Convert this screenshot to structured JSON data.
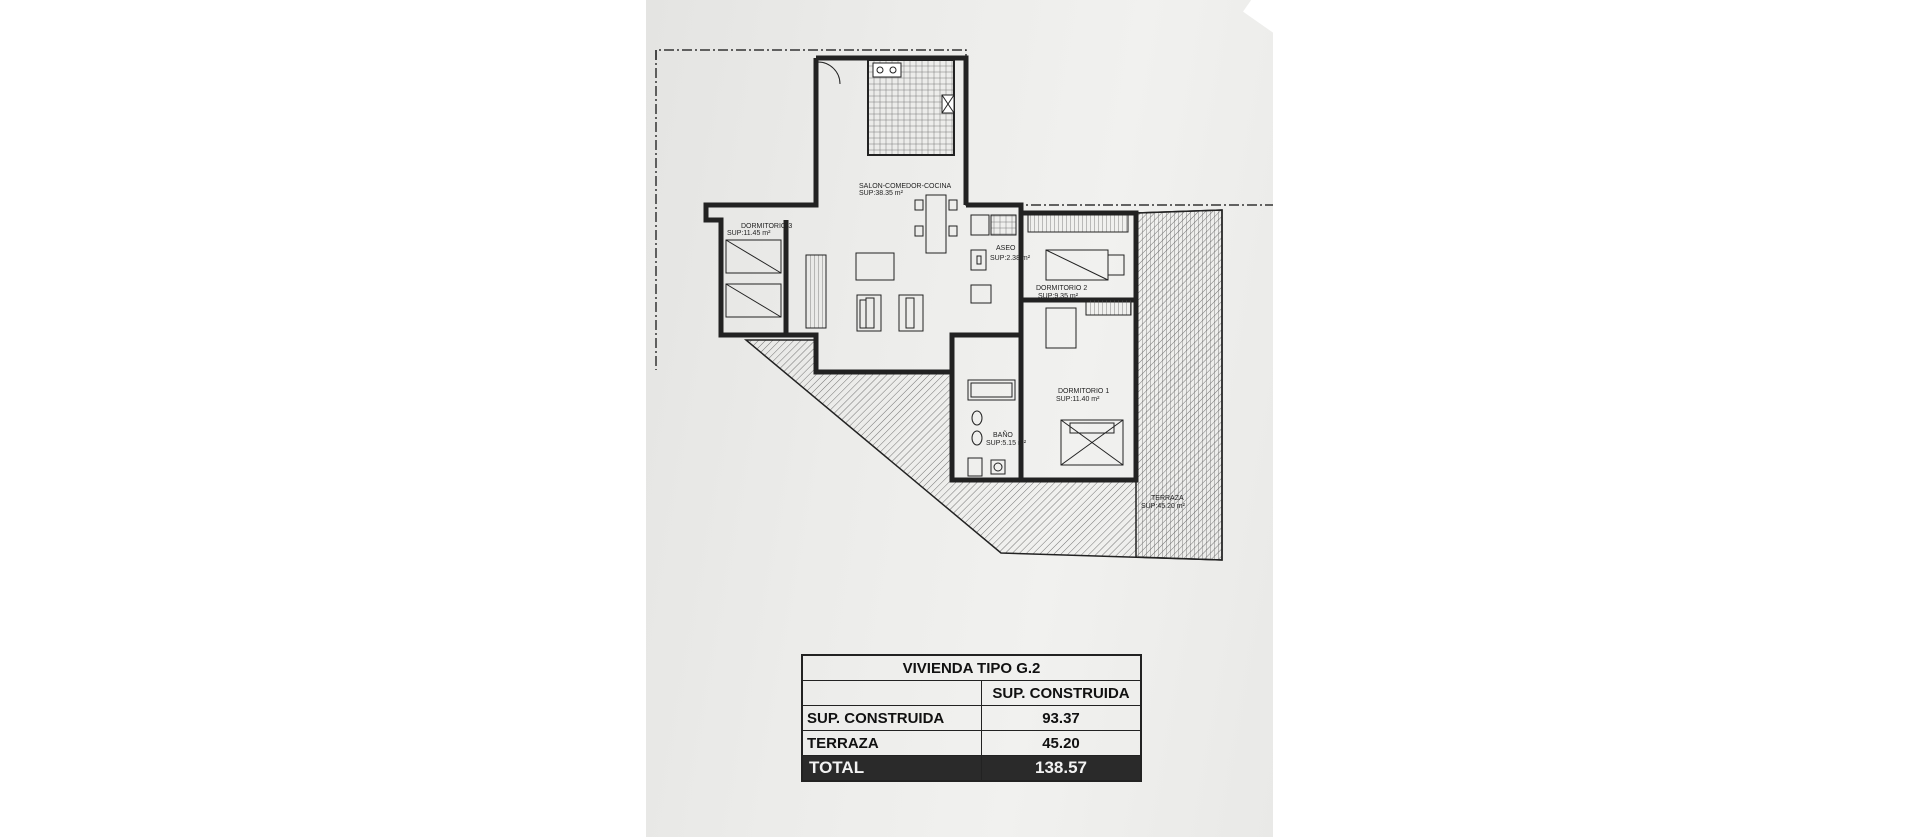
{
  "plan": {
    "rooms": [
      {
        "name": "SALON-COMEDOR-COCINA",
        "area": "SUP:38.35 m²"
      },
      {
        "name": "DORMITORIO 3",
        "area": "SUP:11.45 m²"
      },
      {
        "name": "ASEO",
        "area": "SUP:2.38 m²"
      },
      {
        "name": "DORMITORIO 2",
        "area": "SUP:9.35 m²"
      },
      {
        "name": "DORMITORIO 1",
        "area": "SUP:11.40 m²"
      },
      {
        "name": "BAÑO",
        "area": "SUP:5.15 m²"
      },
      {
        "name": "TERRAZA",
        "area": "SUP:45.20 m²"
      }
    ]
  },
  "summary": {
    "title": "VIVIENDA TIPO G.2",
    "col_header": "SUP. CONSTRUIDA",
    "rows": [
      {
        "label": "SUP. CONSTRUIDA",
        "value": "93.37"
      },
      {
        "label": "TERRAZA",
        "value": "45.20"
      }
    ],
    "total": {
      "label": "TOTAL",
      "value": "138.57"
    }
  },
  "colors": {
    "ink": "#222222",
    "paper": "#ececea",
    "total_bg": "#2a2a2a"
  }
}
